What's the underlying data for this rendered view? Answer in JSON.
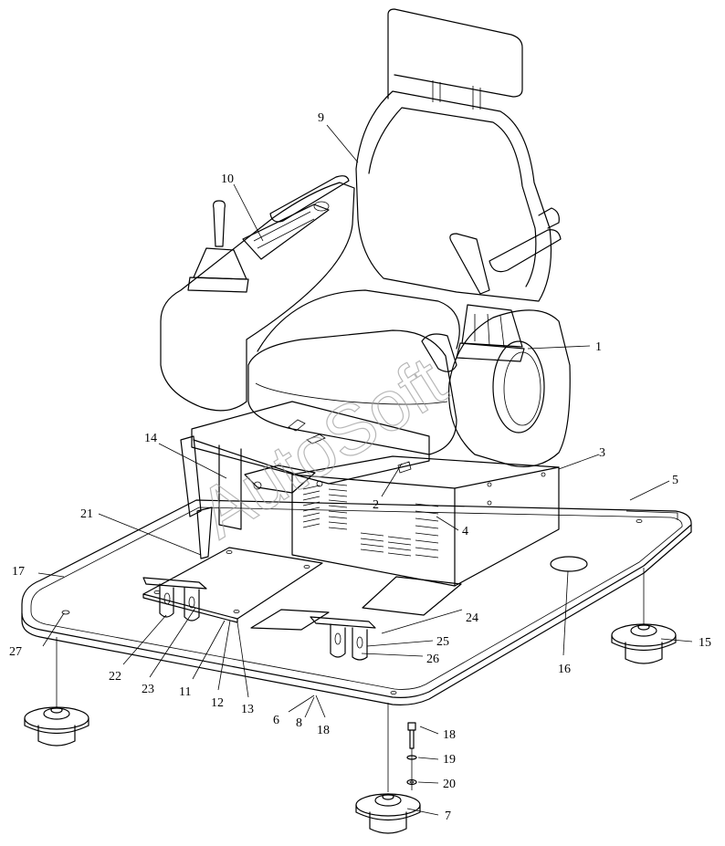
{
  "watermark": "AutoSoft",
  "callouts": [
    {
      "label": "1"
    },
    {
      "label": "2"
    },
    {
      "label": "3"
    },
    {
      "label": "4"
    },
    {
      "label": "5"
    },
    {
      "label": "6"
    },
    {
      "label": "7"
    },
    {
      "label": "8"
    },
    {
      "label": "9"
    },
    {
      "label": "10"
    },
    {
      "label": "11"
    },
    {
      "label": "12"
    },
    {
      "label": "13"
    },
    {
      "label": "14"
    },
    {
      "label": "15"
    },
    {
      "label": "16"
    },
    {
      "label": "17"
    },
    {
      "label": "18"
    },
    {
      "label": "18"
    },
    {
      "label": "19"
    },
    {
      "label": "20"
    },
    {
      "label": "21"
    },
    {
      "label": "22"
    },
    {
      "label": "23"
    },
    {
      "label": "24"
    },
    {
      "label": "25"
    },
    {
      "label": "26"
    },
    {
      "label": "27"
    }
  ]
}
